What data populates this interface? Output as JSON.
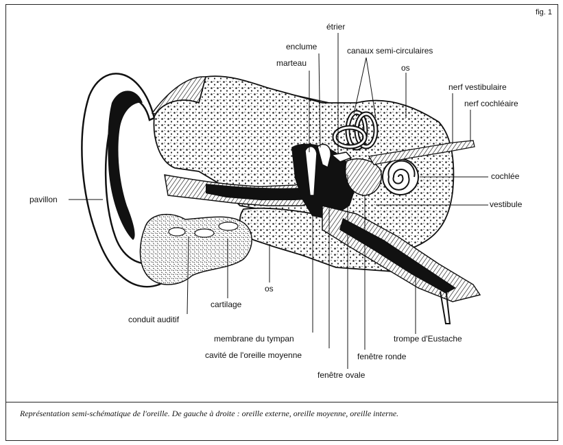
{
  "figure": {
    "label": "fig. 1"
  },
  "labels": {
    "etrier": "étrier",
    "enclume": "enclume",
    "canaux": "canaux semi-circulaires",
    "marteau": "marteau",
    "os_top": "os",
    "nerf_vestibulaire": "nerf vestibulaire",
    "nerf_cochleaire": "nerf cochléaire",
    "cochlee": "cochlée",
    "pavillon": "pavillon",
    "vestibule": "vestibule",
    "os_bottom": "os",
    "cartilage": "cartilage",
    "conduit_auditif": "conduit auditif",
    "trompe": "trompe d'Eustache",
    "membrane": "membrane du tympan",
    "cavite": "cavité de l'oreille moyenne",
    "fenetre_ronde": "fenêtre ronde",
    "fenetre_ovale": "fenêtre ovale"
  },
  "caption": "Représentation semi-schématique de l'oreille. De gauche à droite : oreille externe, oreille moyenne, oreille interne."
}
